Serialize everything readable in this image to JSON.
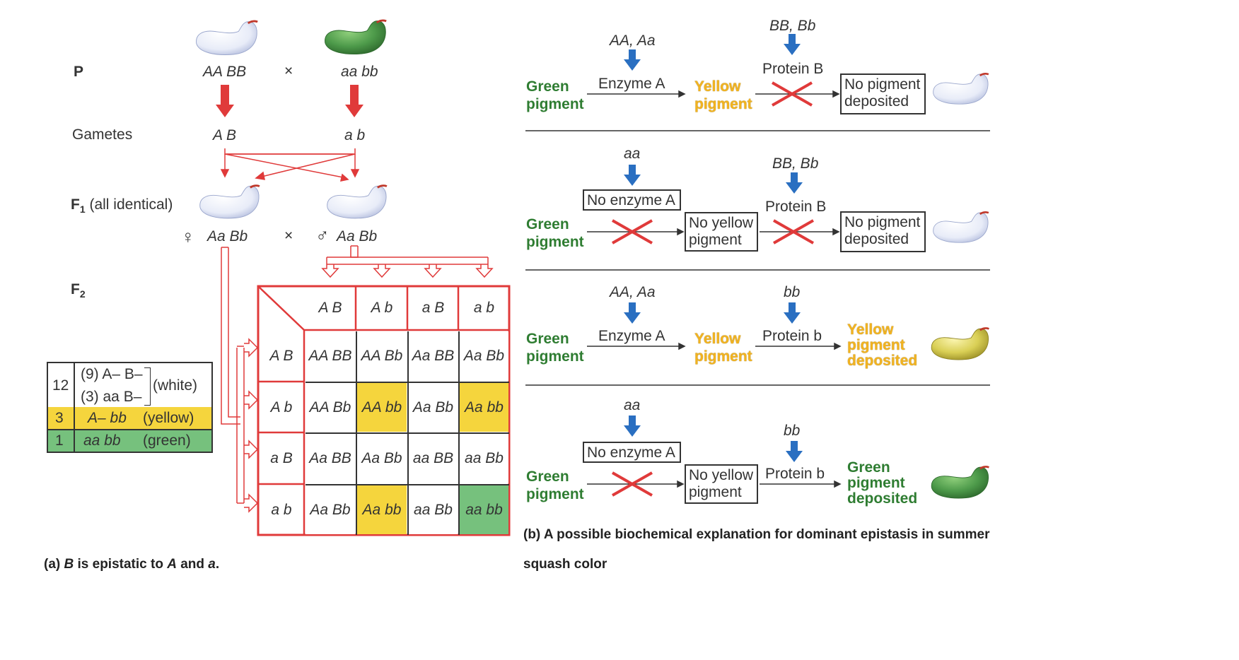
{
  "panel_a": {
    "caption_prefix": "(a) ",
    "caption_b": "B",
    "caption_mid": " is epistatic to ",
    "caption_a1": "A",
    "caption_and": " and ",
    "caption_a2": "a",
    "caption_end": ".",
    "row_p": "P",
    "row_gametes": "Gametes",
    "row_f1_main": "F",
    "row_f1_sub": "1",
    "row_f1_rest": " (all identical)",
    "row_f2_main": "F",
    "row_f2_sub": "2",
    "parent_left": "AA BB",
    "parent_right": "aa bb",
    "cross_symbol": "×",
    "gamete_left": "A B",
    "gamete_right": "a b",
    "female_symbol": "♀",
    "male_symbol": "♂",
    "f1_left": "Aa Bb",
    "f1_right": "Aa Bb",
    "punnett": {
      "col_headers": [
        "A B",
        "A b",
        "a B",
        "a b"
      ],
      "row_headers": [
        "A B",
        "A b",
        "a B",
        "a b"
      ],
      "cells": [
        [
          "AA BB",
          "AA Bb",
          "Aa BB",
          "Aa Bb"
        ],
        [
          "AA Bb",
          "AA bb",
          "Aa Bb",
          "Aa bb"
        ],
        [
          "Aa BB",
          "Aa Bb",
          "aa BB",
          "aa Bb"
        ],
        [
          "Aa Bb",
          "Aa bb",
          "aa Bb",
          "aa bb"
        ]
      ],
      "cell_colors": [
        [
          "white",
          "white",
          "white",
          "white"
        ],
        [
          "white",
          "yellow",
          "white",
          "yellow"
        ],
        [
          "white",
          "white",
          "white",
          "white"
        ],
        [
          "white",
          "yellow",
          "white",
          "green"
        ]
      ]
    },
    "ratio_table": {
      "white_count": "12",
      "white_line1": "(9) A– B–",
      "white_line2": "(3) aa B–",
      "white_label": "(white)",
      "yellow_count": "3",
      "yellow_geno": "A– bb",
      "yellow_label": "(yellow)",
      "green_count": "1",
      "green_geno": "aa bb",
      "green_label": "(green)"
    }
  },
  "panel_b": {
    "caption_line1": "(b) A possible biochemical explanation for dominant epistasis in summer",
    "caption_line2": "squash color",
    "rows": [
      {
        "a_genotype": "AA, Aa",
        "b_genotype": "BB, Bb",
        "start_line1": "Green",
        "start_line2": "pigment",
        "step1": "Enzyme A",
        "mid_line1": "Yellow",
        "mid_line2": "pigment",
        "step2": "Protein B",
        "end_line1": "No pigment",
        "end_line2": "deposited"
      },
      {
        "a_genotype": "aa",
        "b_genotype": "BB, Bb",
        "start_line1": "Green",
        "start_line2": "pigment",
        "step1": "No enzyme A",
        "mid_line1": "No yellow",
        "mid_line2": "pigment",
        "step2": "Protein B",
        "end_line1": "No pigment",
        "end_line2": "deposited"
      },
      {
        "a_genotype": "AA, Aa",
        "b_genotype": "bb",
        "start_line1": "Green",
        "start_line2": "pigment",
        "step1": "Enzyme A",
        "mid_line1": "Yellow",
        "mid_line2": "pigment",
        "step2": "Protein b",
        "end_line1": "Yellow",
        "end_line2": "pigment",
        "end_line3": "deposited"
      },
      {
        "a_genotype": "aa",
        "b_genotype": "bb",
        "start_line1": "Green",
        "start_line2": "pigment",
        "step1": "No enzyme A",
        "mid_line1": "No yellow",
        "mid_line2": "pigment",
        "step2": "Protein b",
        "end_line1": "Green",
        "end_line2": "pigment",
        "end_line3": "deposited"
      }
    ]
  },
  "colors": {
    "red_arrow": "#e03a3a",
    "blue_arrow": "#2a6fc1",
    "green_text": "#2f7d32",
    "yellow_text": "#f2b320",
    "yellow_cell": "#f5d53d",
    "green_cell": "#76c17d",
    "squash_white": "#eef1fb",
    "squash_yellow": "#d9cf55",
    "squash_green": "#4d9a4a"
  },
  "icons": [
    "white-squash-icon",
    "green-squash-icon",
    "yellow-squash-icon",
    "red-down-arrow-icon",
    "blue-down-arrow-icon",
    "red-x-icon"
  ]
}
